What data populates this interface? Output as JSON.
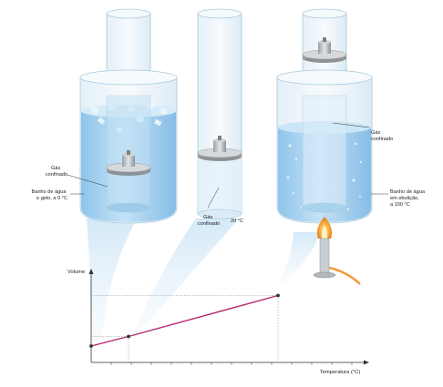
{
  "labels": {
    "gas_left": [
      "Gás",
      "confinado"
    ],
    "bath_left": [
      "Banho de água",
      "e gelo, a 0 °C"
    ],
    "gas_mid": [
      "Gás",
      "confinado"
    ],
    "temp_mid": "20 °C",
    "gas_right": [
      "Gás",
      "confinado"
    ],
    "bath_right": [
      "Banho de água",
      "em ebulição,",
      "a 100 °C"
    ]
  },
  "graph": {
    "ylabel": "Volume",
    "xlabel": "Temperatura (°C)",
    "line_color": "#b5266f",
    "point_color": "#333333"
  },
  "chart_data": {
    "type": "line",
    "xlabel": "Temperatura (°C)",
    "ylabel": "Volume",
    "series": [
      {
        "x": [
          0,
          20,
          100
        ],
        "y": [
          1.0,
          1.07,
          1.37
        ]
      }
    ]
  },
  "colors": {
    "water": "#a9d3ef",
    "water_dark": "#7fb9e2",
    "glass_edge": "#a9c9dc",
    "flame": "#f7a336",
    "beam": "#d9ecf8"
  }
}
